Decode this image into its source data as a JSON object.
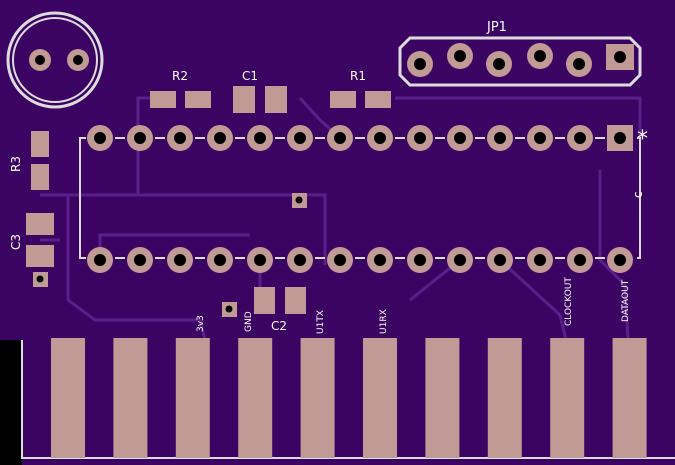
{
  "colors": {
    "board": "#3c0462",
    "trace": "#5a1f8a",
    "pad": "#c09a94",
    "outline": "#dcdcdc",
    "hole": "#000000"
  },
  "labels": {
    "jp1": "JP1",
    "r1": "R1",
    "r2": "R2",
    "r3": "R3",
    "c1": "C1",
    "c2": "C2",
    "c3": "C3",
    "pin1_mark": "*",
    "notch": "c"
  },
  "pin_labels": [
    "3v3",
    "GND",
    "U1TX",
    "U1RX",
    "CLOCKOUT",
    "DATAOUT"
  ]
}
